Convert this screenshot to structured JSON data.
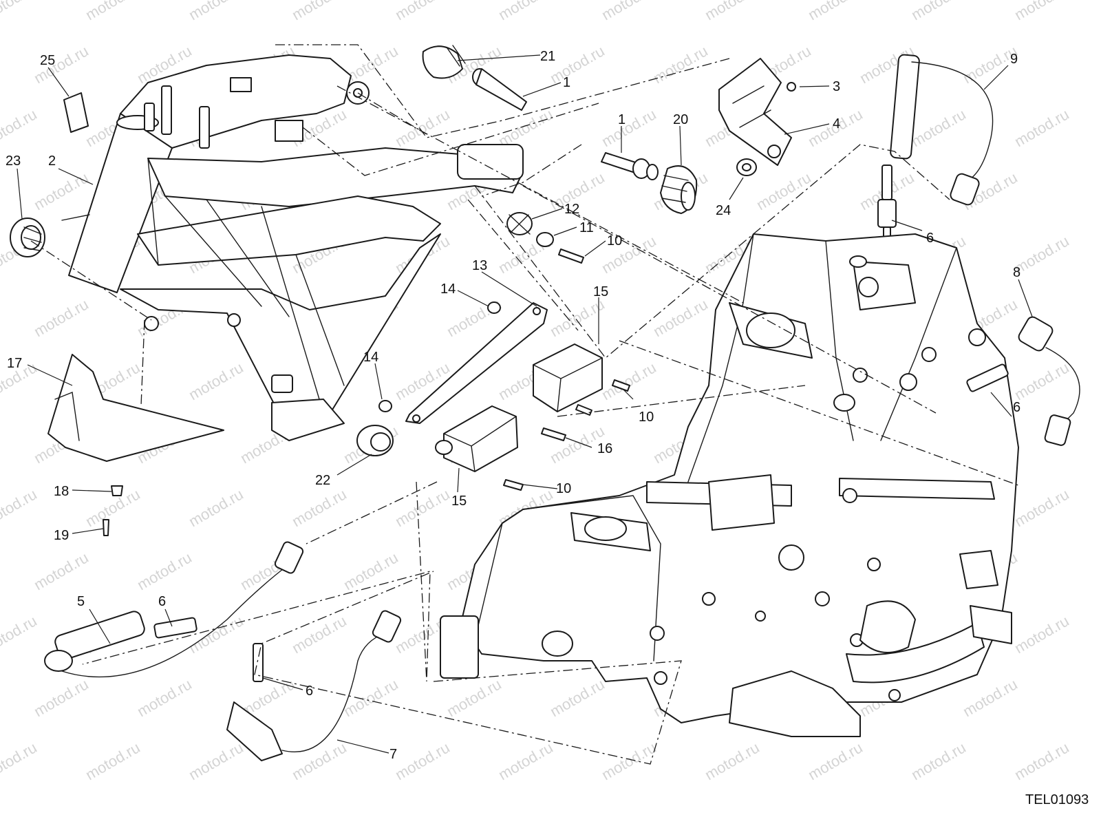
{
  "diagram": {
    "drawing_code": "TEL01093",
    "watermark": "motod.ru",
    "callouts": [
      "25",
      "2",
      "23",
      "21",
      "1",
      "3",
      "9",
      "4",
      "20",
      "1",
      "24",
      "12",
      "11",
      "10",
      "6",
      "13",
      "15",
      "14",
      "8",
      "17",
      "14",
      "10",
      "6",
      "16",
      "22",
      "15",
      "10",
      "18",
      "19",
      "5",
      "6",
      "6",
      "7"
    ]
  },
  "colors": {
    "line": "#1a1a1a",
    "background": "#ffffff",
    "watermark": "#d4d4d4"
  }
}
